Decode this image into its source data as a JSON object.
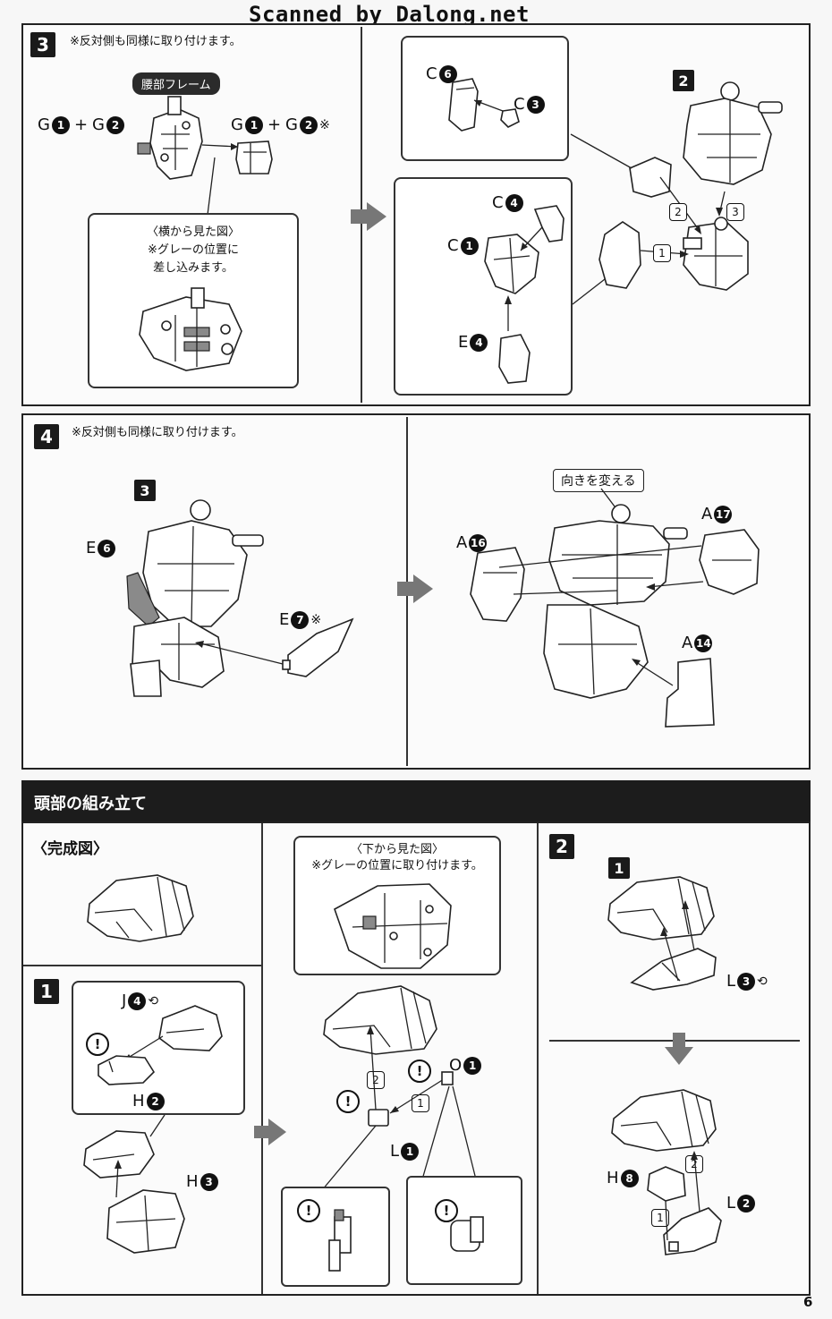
{
  "header": {
    "scan_credit": "Scanned by Dalong.net"
  },
  "page_number": "6",
  "step3": {
    "num": "3",
    "note": "※反対側も同様に取り付けます。",
    "waist_frame_label": "腰部フレーム",
    "part_left": {
      "letter": "G",
      "n1": "1",
      "plus": "+",
      "letter2": "G",
      "n2": "2"
    },
    "part_right": {
      "letter": "G",
      "n1": "1",
      "plus": "+",
      "letter2": "G",
      "n2": "2",
      "mark": "※"
    },
    "side_view_title": "〈横から見た図〉",
    "side_view_line2": "※グレーの位置に",
    "side_view_line3": "差し込みます。",
    "c6": {
      "letter": "C",
      "num": "6"
    },
    "c3": {
      "letter": "C",
      "num": "3"
    },
    "c4": {
      "letter": "C",
      "num": "4"
    },
    "c1": {
      "letter": "C",
      "num": "1"
    },
    "e4": {
      "letter": "E",
      "num": "4"
    },
    "sub_num": "2",
    "order1": "1",
    "order2": "2",
    "order3": "3"
  },
  "step4": {
    "num": "4",
    "note": "※反対側も同様に取り付けます。",
    "sub_num": "3",
    "e6": {
      "letter": "E",
      "num": "6"
    },
    "e7": {
      "letter": "E",
      "num": "7",
      "mark": "※"
    },
    "turn_label": "向きを変える",
    "a16": {
      "letter": "A",
      "num": "16"
    },
    "a17": {
      "letter": "A",
      "num": "17"
    },
    "a14": {
      "letter": "A",
      "num": "14"
    }
  },
  "head": {
    "section_title": "頭部の組み立て",
    "complete_label": "〈完成図〉",
    "bottom_view_title": "〈下から見た図〉",
    "bottom_view_note": "※グレーの位置に取り付けます。",
    "step1": {
      "num": "1",
      "j4": {
        "letter": "J",
        "num": "4"
      },
      "h2": {
        "letter": "H",
        "num": "2"
      },
      "h3": {
        "letter": "H",
        "num": "3"
      },
      "o1": {
        "letter": "O",
        "num": "1"
      },
      "l1": {
        "letter": "L",
        "num": "1"
      },
      "order1": "1",
      "order2": "2",
      "caution": "!"
    },
    "step2": {
      "num": "2",
      "sub_num": "1",
      "l3": {
        "letter": "L",
        "num": "3"
      },
      "h8": {
        "letter": "H",
        "num": "8"
      },
      "l2": {
        "letter": "L",
        "num": "2"
      },
      "order1": "1",
      "order2": "2"
    }
  }
}
